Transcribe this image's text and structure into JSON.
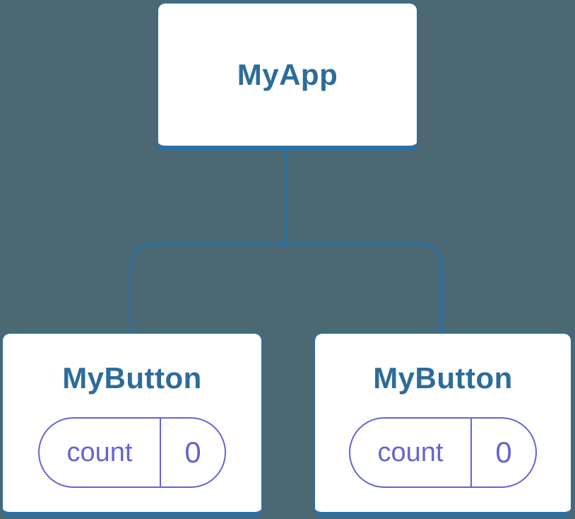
{
  "diagram": {
    "background_color": "#4C6872",
    "node_border_color": "#2E6F9F",
    "node_label_color": "#2D6C9A",
    "state_accent_color": "#6464D4",
    "root": {
      "label": "MyApp"
    },
    "children": [
      {
        "label": "MyButton",
        "state": {
          "key": "count",
          "value": "0"
        }
      },
      {
        "label": "MyButton",
        "state": {
          "key": "count",
          "value": "0"
        }
      }
    ]
  }
}
